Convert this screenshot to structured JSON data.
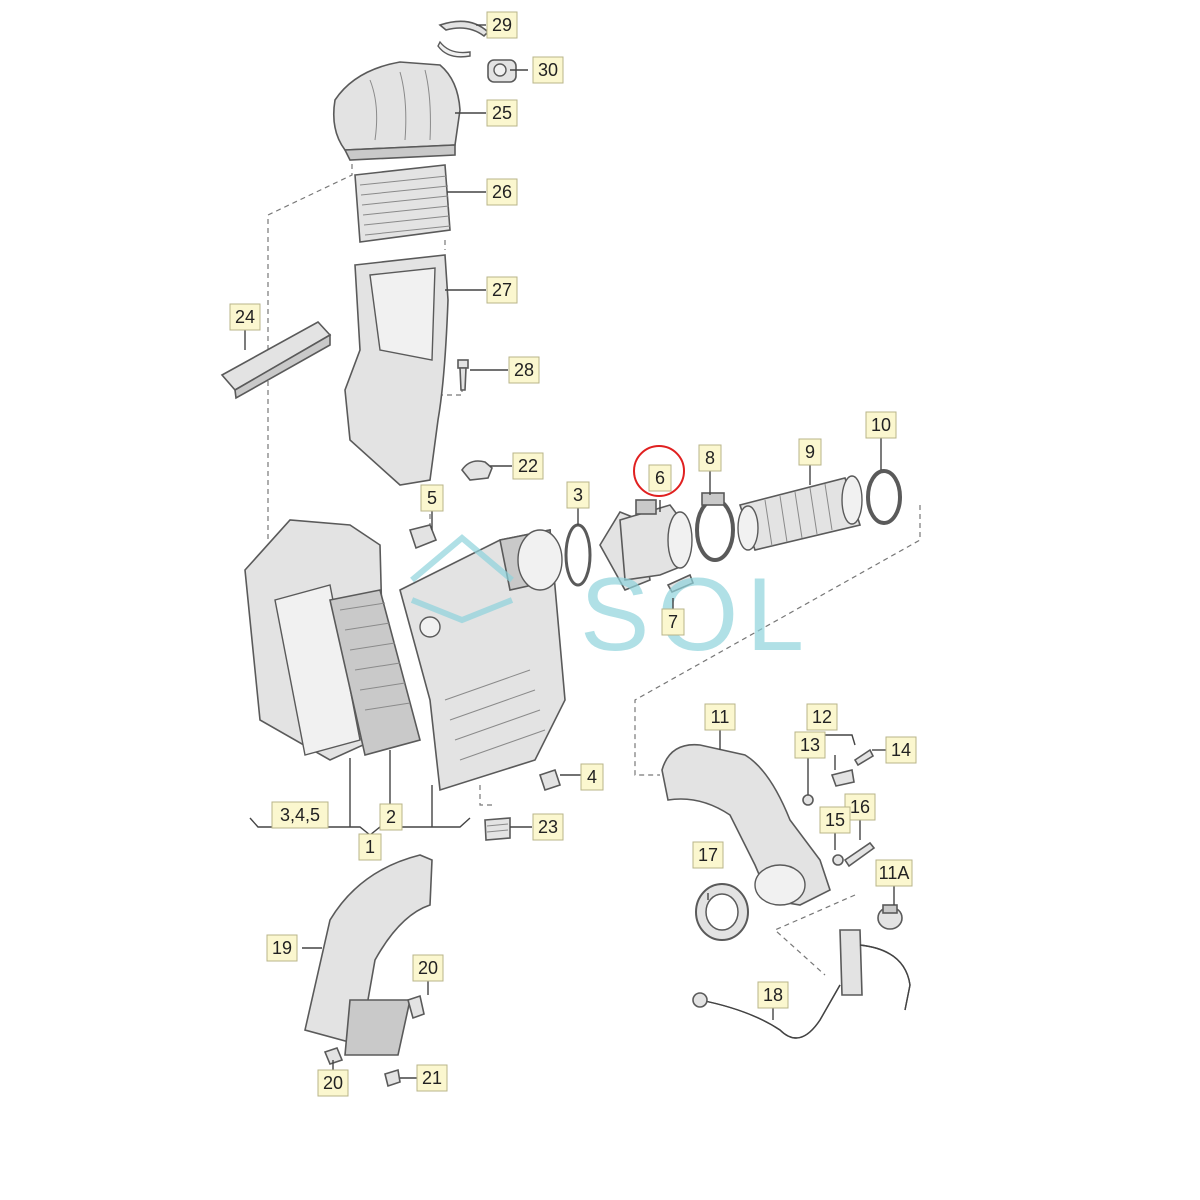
{
  "watermark": {
    "text": "SOL",
    "color": "#8fd3dc"
  },
  "highlight": {
    "part": "6",
    "color": "#e02020"
  },
  "callouts": [
    {
      "id": "c29",
      "label": "29"
    },
    {
      "id": "c30",
      "label": "30"
    },
    {
      "id": "c25",
      "label": "25"
    },
    {
      "id": "c26",
      "label": "26"
    },
    {
      "id": "c27",
      "label": "27"
    },
    {
      "id": "c24",
      "label": "24"
    },
    {
      "id": "c28",
      "label": "28"
    },
    {
      "id": "c22",
      "label": "22"
    },
    {
      "id": "c5",
      "label": "5"
    },
    {
      "id": "c3",
      "label": "3"
    },
    {
      "id": "c6",
      "label": "6"
    },
    {
      "id": "c8",
      "label": "8"
    },
    {
      "id": "c9",
      "label": "9"
    },
    {
      "id": "c10",
      "label": "10"
    },
    {
      "id": "c7",
      "label": "7"
    },
    {
      "id": "c11",
      "label": "11"
    },
    {
      "id": "c12",
      "label": "12"
    },
    {
      "id": "c13",
      "label": "13"
    },
    {
      "id": "c14",
      "label": "14"
    },
    {
      "id": "c16",
      "label": "16"
    },
    {
      "id": "c15",
      "label": "15"
    },
    {
      "id": "c17",
      "label": "17"
    },
    {
      "id": "c11A",
      "label": "11A"
    },
    {
      "id": "c4",
      "label": "4"
    },
    {
      "id": "c345",
      "label": "3,4,5"
    },
    {
      "id": "c2",
      "label": "2"
    },
    {
      "id": "c1",
      "label": "1"
    },
    {
      "id": "c23",
      "label": "23"
    },
    {
      "id": "c19",
      "label": "19"
    },
    {
      "id": "c20a",
      "label": "20"
    },
    {
      "id": "c18",
      "label": "18"
    },
    {
      "id": "c20b",
      "label": "20"
    },
    {
      "id": "c21",
      "label": "21"
    }
  ]
}
